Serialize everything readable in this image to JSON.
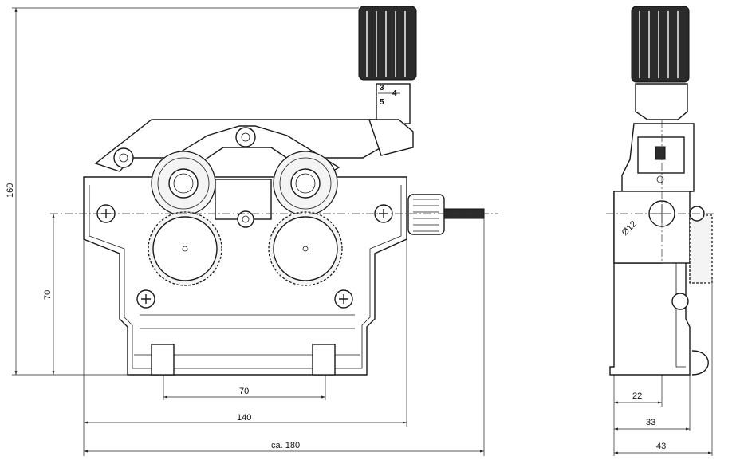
{
  "dimensions": {
    "height_160": "160",
    "height_70": "70",
    "spacing_70": "70",
    "width_140": "140",
    "width_total": "ca. 180",
    "side_22": "22",
    "side_33": "33",
    "side_43": "43",
    "diameter": "Ø12"
  },
  "knob_scale": {
    "top": "3",
    "mid": "4",
    "bottom": "5"
  }
}
